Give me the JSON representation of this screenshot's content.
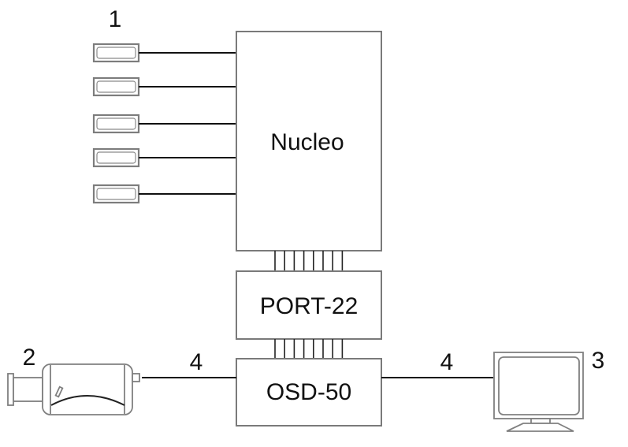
{
  "diagram": {
    "blocks": {
      "nucleo": {
        "label": "Nucleo"
      },
      "port": {
        "label": "PORT-22"
      },
      "osd": {
        "label": "OSD-50"
      }
    },
    "callouts": {
      "buttons": "1",
      "camera": "2",
      "monitor": "3",
      "video_cable_left": "4",
      "video_cable_right": "4"
    },
    "buttons_count": 5,
    "bus_lines_count": 8,
    "connections": [
      {
        "from": "buttons",
        "to": "Nucleo",
        "type": "wire"
      },
      {
        "from": "Nucleo",
        "to": "PORT-22",
        "type": "bus"
      },
      {
        "from": "PORT-22",
        "to": "OSD-50",
        "type": "bus"
      },
      {
        "from": "camera",
        "to": "OSD-50",
        "type": "video"
      },
      {
        "from": "OSD-50",
        "to": "monitor",
        "type": "video"
      }
    ],
    "colors": {
      "box_stroke": "#7a7a7a",
      "wire": "#111111",
      "text": "#111111"
    }
  }
}
